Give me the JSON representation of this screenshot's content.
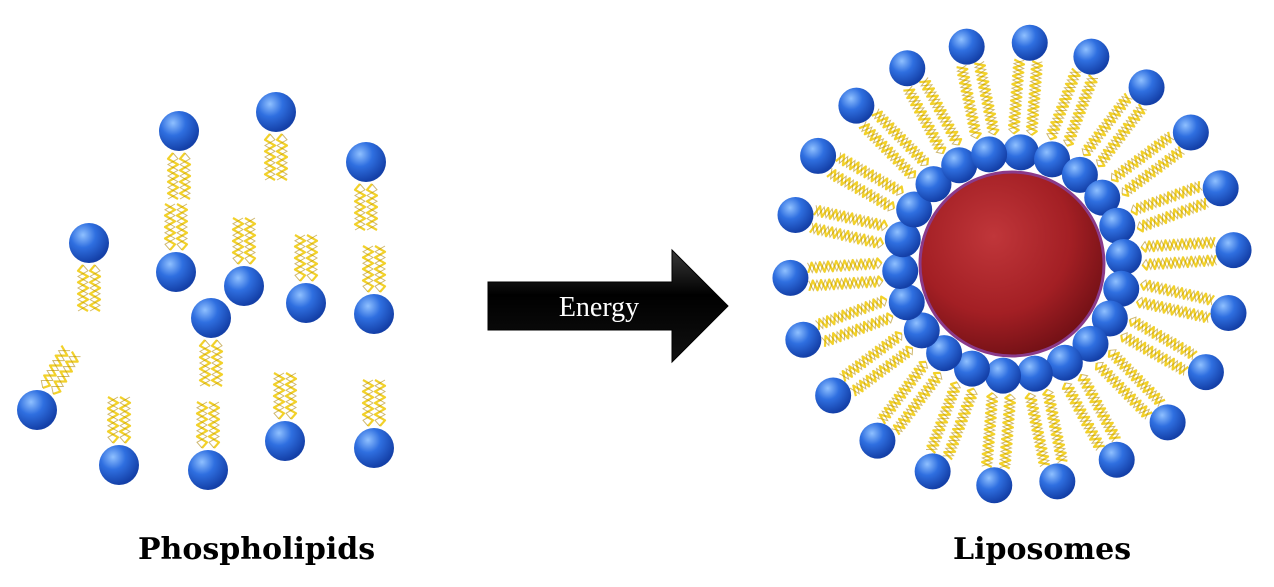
{
  "left_label": "Phospholipids",
  "right_label": "Liposomes",
  "arrow_label": "Energy",
  "colors": {
    "head": "#2f6fe0",
    "head_highlight": "#8fc0ff",
    "tail": "#f2d12a",
    "tail_dark": "#b08a10",
    "core": "#a31f24",
    "core_highlight": "#d55a50",
    "arrow": "#0a0a0a"
  }
}
